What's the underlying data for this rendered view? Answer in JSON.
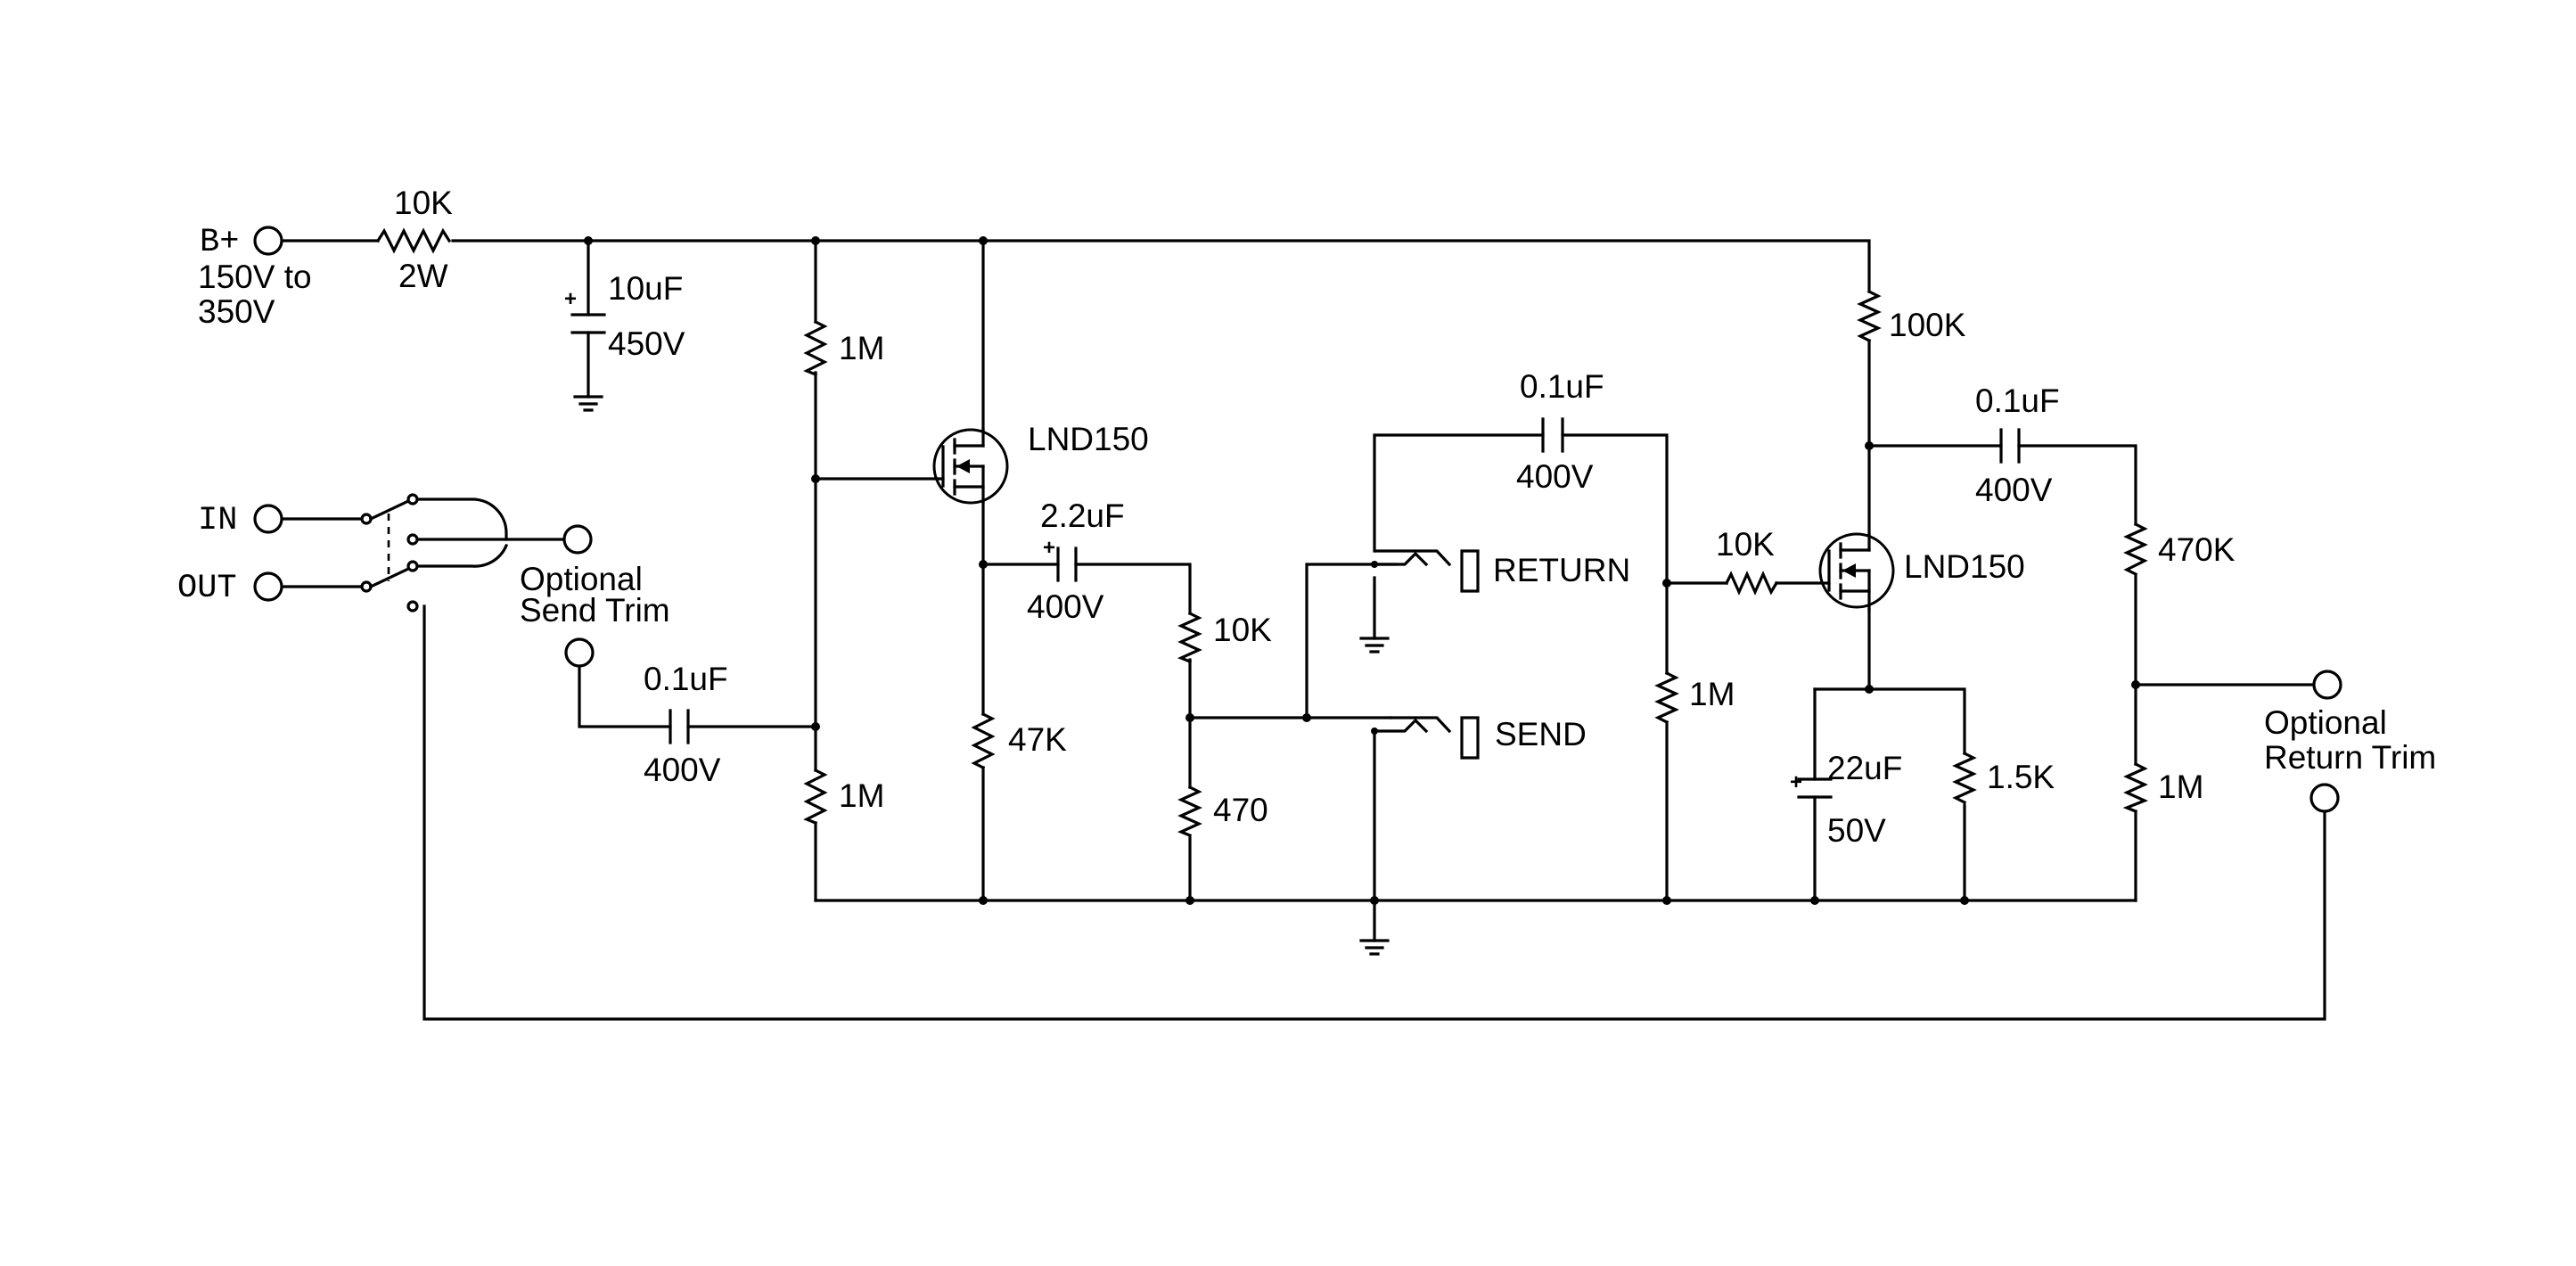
{
  "terminals": {
    "bplus": "B+",
    "bplus_range_line1": "150V to",
    "bplus_range_line2": "350V",
    "in": "IN",
    "out": "OUT",
    "send_trim_line1": "Optional",
    "send_trim_line2": "Send Trim",
    "return_trim_line1": "Optional",
    "return_trim_line2": "Return Trim"
  },
  "components": {
    "r_supply": {
      "value": "10K",
      "rating": "2W"
    },
    "c_supply": {
      "value": "10uF",
      "rating": "450V"
    },
    "r_bias_top": "1M",
    "r_bias_bottom": "1M",
    "c_input": {
      "value": "0.1uF",
      "rating": "400V"
    },
    "q1": "LND150",
    "r_source": "47K",
    "c_coupling": {
      "value": "2.2uF",
      "rating": "400V"
    },
    "r_divider_top": "10K",
    "r_divider_bottom": "470",
    "c_bridge": {
      "value": "0.1uF",
      "rating": "400V"
    },
    "r_gate_stop": "10K",
    "r_return_load": "1M",
    "r_drain": "100K",
    "q2": "LND150",
    "c_bypass": {
      "value": "22uF",
      "rating": "50V"
    },
    "r_cathode": "1.5K",
    "c_output": {
      "value": "0.1uF",
      "rating": "400V"
    },
    "r_out_top": "470K",
    "r_out_bottom": "1M"
  },
  "jacks": {
    "return": "RETURN",
    "send": "SEND"
  }
}
